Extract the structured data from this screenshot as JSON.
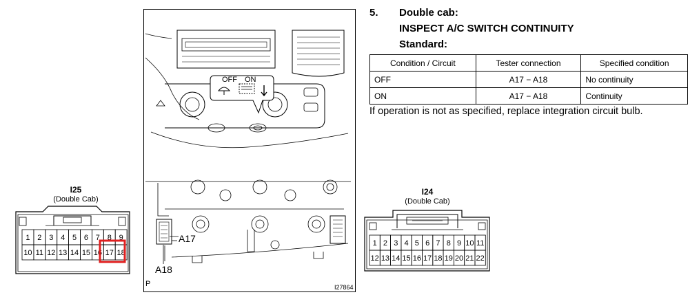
{
  "left_connector": {
    "id": "I25",
    "subtitle": "(Double Cab)",
    "row1": [
      "1",
      "2",
      "3",
      "4",
      "5",
      "6",
      "7",
      "8",
      "9"
    ],
    "row2": [
      "10",
      "11",
      "12",
      "13",
      "14",
      "15",
      "16",
      "17",
      "18"
    ],
    "highlight_color": "#e02020"
  },
  "figure": {
    "switch_off_label": "OFF",
    "switch_on_label": "ON",
    "terminal_a17": "A17",
    "terminal_a18": "A18",
    "corner_letter": "P",
    "image_id": "I27864"
  },
  "procedure": {
    "step_number": "5.",
    "line1": "Double cab:",
    "line2": "INSPECT A/C SWITCH CONTINUITY",
    "line3": "Standard:",
    "table": {
      "headers": [
        "Condition / Circuit",
        "Tester connection",
        "Specified condition"
      ],
      "rows": [
        [
          "OFF",
          "A17 − A18",
          "No continuity"
        ],
        [
          "ON",
          "A17 − A18",
          "Continuity"
        ]
      ]
    },
    "note": "If operation is not as specified, replace integration circuit bulb."
  },
  "right_connector": {
    "id": "I24",
    "subtitle": "(Double Cab)",
    "row1": [
      "1",
      "2",
      "3",
      "4",
      "5",
      "6",
      "7",
      "8",
      "9",
      "10",
      "11"
    ],
    "row2": [
      "12",
      "13",
      "14",
      "15",
      "16",
      "17",
      "18",
      "19",
      "20",
      "21",
      "22"
    ]
  }
}
